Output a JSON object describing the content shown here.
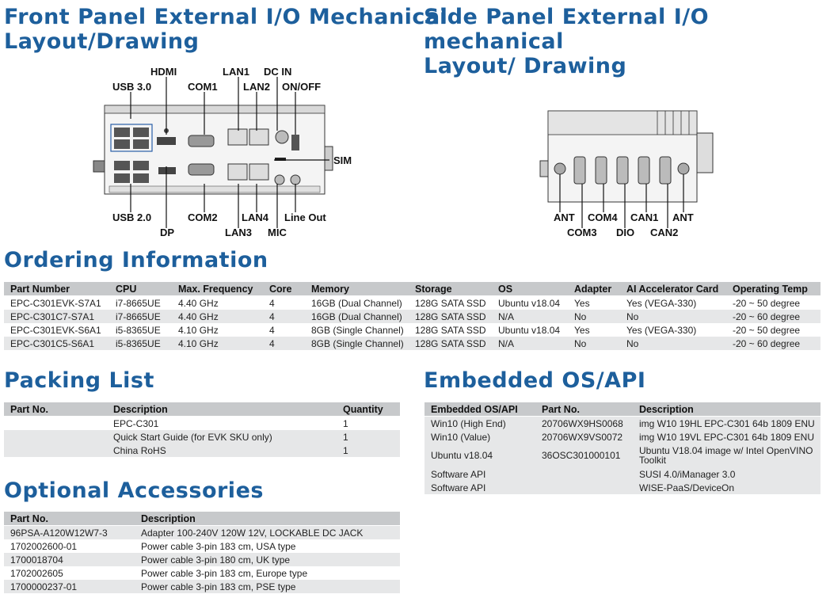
{
  "headings": {
    "front": [
      "Front Panel External I/O Mechanical",
      "Layout/Drawing"
    ],
    "side": [
      "Side Panel External I/O mechanical",
      "Layout/ Drawing"
    ],
    "ordering": "Ordering Information",
    "packing": "Packing List",
    "embedded": "Embedded OS/API",
    "accessories": "Optional Accessories"
  },
  "front_labels": {
    "hdmi": "HDMI",
    "usb30": "USB 3.0",
    "com1": "COM1",
    "lan1": "LAN1",
    "lan2": "LAN2",
    "dcin": "DC IN",
    "onoff": "ON/OFF",
    "sim": "SIM",
    "usb20": "USB 2.0",
    "dp": "DP",
    "com2": "COM2",
    "lan3": "LAN3",
    "lan4": "LAN4",
    "mic": "MIC",
    "lineout": "Line Out"
  },
  "side_labels": {
    "ant_left": "ANT",
    "com3": "COM3",
    "com4": "COM4",
    "dio": "DIO",
    "can1": "CAN1",
    "can2": "CAN2",
    "ant_right": "ANT"
  },
  "ordering": {
    "headers": [
      "Part Number",
      "CPU",
      "Max. Frequency",
      "Core",
      "Memory",
      "Storage",
      "OS",
      "Adapter",
      "AI Accelerator Card",
      "Operating Temp"
    ],
    "rows": [
      [
        "EPC-C301EVK-S7A1",
        "i7-8665UE",
        "4.40 GHz",
        "4",
        "16GB (Dual Channel)",
        "128G SATA SSD",
        "Ubuntu v18.04",
        "Yes",
        "Yes (VEGA-330)",
        "-20 ~ 50 degree"
      ],
      [
        "EPC-C301C7-S7A1",
        "i7-8665UE",
        "4.40 GHz",
        "4",
        "16GB (Dual Channel)",
        "128G SATA SSD",
        "N/A",
        "No",
        "No",
        "-20 ~ 60 degree"
      ],
      [
        "EPC-C301EVK-S6A1",
        "i5-8365UE",
        "4.10 GHz",
        "4",
        "8GB (Single Channel)",
        "128G SATA SSD",
        "Ubuntu v18.04",
        "Yes",
        "Yes (VEGA-330)",
        "-20 ~ 50 degree"
      ],
      [
        "EPC-C301C5-S6A1",
        "i5-8365UE",
        "4.10 GHz",
        "4",
        "8GB (Single Channel)",
        "128G SATA SSD",
        "N/A",
        "No",
        "No",
        "-20 ~ 60 degree"
      ]
    ]
  },
  "packing": {
    "headers": [
      "Part No.",
      "Description",
      "Quantity"
    ],
    "rows": [
      [
        "",
        "EPC-C301",
        "1"
      ],
      [
        "",
        "Quick Start Guide (for EVK SKU only)",
        "1"
      ],
      [
        "",
        "China RoHS",
        "1"
      ]
    ]
  },
  "embedded": {
    "headers": [
      "Embedded OS/API",
      "Part No.",
      "Description"
    ],
    "rows": [
      [
        "Win10 (High End)",
        "20706WX9HS0068",
        "img W10 19HL EPC-C301 64b 1809 ENU"
      ],
      [
        "Win10 (Value)",
        "20706WX9VS0072",
        "img W10 19VL EPC-C301 64b 1809 ENU"
      ],
      [
        "Ubuntu v18.04",
        "36OSC301000101",
        "Ubuntu V18.04 image w/ Intel OpenVINO Toolkit"
      ],
      [
        "Software API",
        "",
        "SUSI 4.0/iManager 3.0"
      ],
      [
        "Software API",
        "",
        "WISE-PaaS/DeviceOn"
      ]
    ]
  },
  "accessories": {
    "headers": [
      "Part No.",
      "Description"
    ],
    "rows": [
      [
        "96PSA-A120W12W7-3",
        "Adapter 100-240V 120W 12V, LOCKABLE DC JACK"
      ],
      [
        "1702002600-01",
        "Power cable 3-pin 183 cm, USA type"
      ],
      [
        "1700018704",
        "Power cable 3-pin 180 cm, UK type"
      ],
      [
        "1702002605",
        "Power cable 3-pin 183 cm, Europe type"
      ],
      [
        "1700000237-01",
        "Power cable 3-pin 183 cm, PSE type"
      ]
    ]
  }
}
